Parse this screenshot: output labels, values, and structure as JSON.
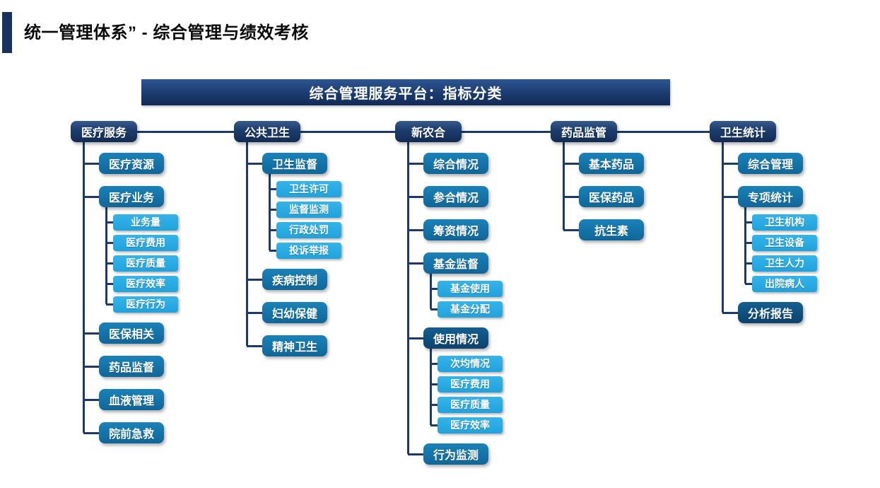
{
  "header": {
    "title": "统一管理体系” - 综合管理与绩效考核",
    "accent_color": "#16335f"
  },
  "banner": {
    "text": "综合管理服务平台：指标分类"
  },
  "colors": {
    "level1_navy": "#1d3d6e",
    "level2_blue": "#1374a9",
    "level2_dark_blue": "#0e4d7d",
    "level3_light_blue": "#29abe2",
    "connector": "#1e3a67",
    "title_text": "#0b0b0b",
    "node_text": "#ffffff"
  },
  "tree": {
    "columns": [
      {
        "label": "医疗服务",
        "children": [
          {
            "label": "医疗资源"
          },
          {
            "label": "医疗业务",
            "children": [
              "业务量",
              "医疗费用",
              "医疗质量",
              "医疗效率",
              "医疗行为"
            ]
          },
          {
            "label": "医保相关"
          },
          {
            "label": "药品监督"
          },
          {
            "label": "血液管理"
          },
          {
            "label": "院前急救"
          }
        ]
      },
      {
        "label": "公共卫生",
        "children": [
          {
            "label": "卫生监督",
            "children": [
              "卫生许可",
              "监督监测",
              "行政处罚",
              "投诉举报"
            ]
          },
          {
            "label": "疾病控制"
          },
          {
            "label": "妇幼保健"
          },
          {
            "label": "精神卫生"
          }
        ]
      },
      {
        "label": "新农合",
        "children": [
          {
            "label": "综合情况"
          },
          {
            "label": "参合情况"
          },
          {
            "label": "筹资情况"
          },
          {
            "label": "基金监督",
            "children": [
              "基金使用",
              "基金分配"
            ]
          },
          {
            "label": "使用情况",
            "variant": "dark",
            "children": [
              "次均情况",
              "医疗费用",
              "医疗质量",
              "医疗效率"
            ]
          },
          {
            "label": "行为监测"
          }
        ]
      },
      {
        "label": "药品监管",
        "children": [
          {
            "label": "基本药品"
          },
          {
            "label": "医保药品"
          },
          {
            "label": "抗生素"
          }
        ]
      },
      {
        "label": "卫生统计",
        "children": [
          {
            "label": "综合管理"
          },
          {
            "label": "专项统计",
            "children": [
              "卫生机构",
              "卫生设备",
              "卫生人力",
              "出院病人"
            ]
          },
          {
            "label": "分析报告",
            "variant": "dark"
          }
        ]
      }
    ]
  }
}
